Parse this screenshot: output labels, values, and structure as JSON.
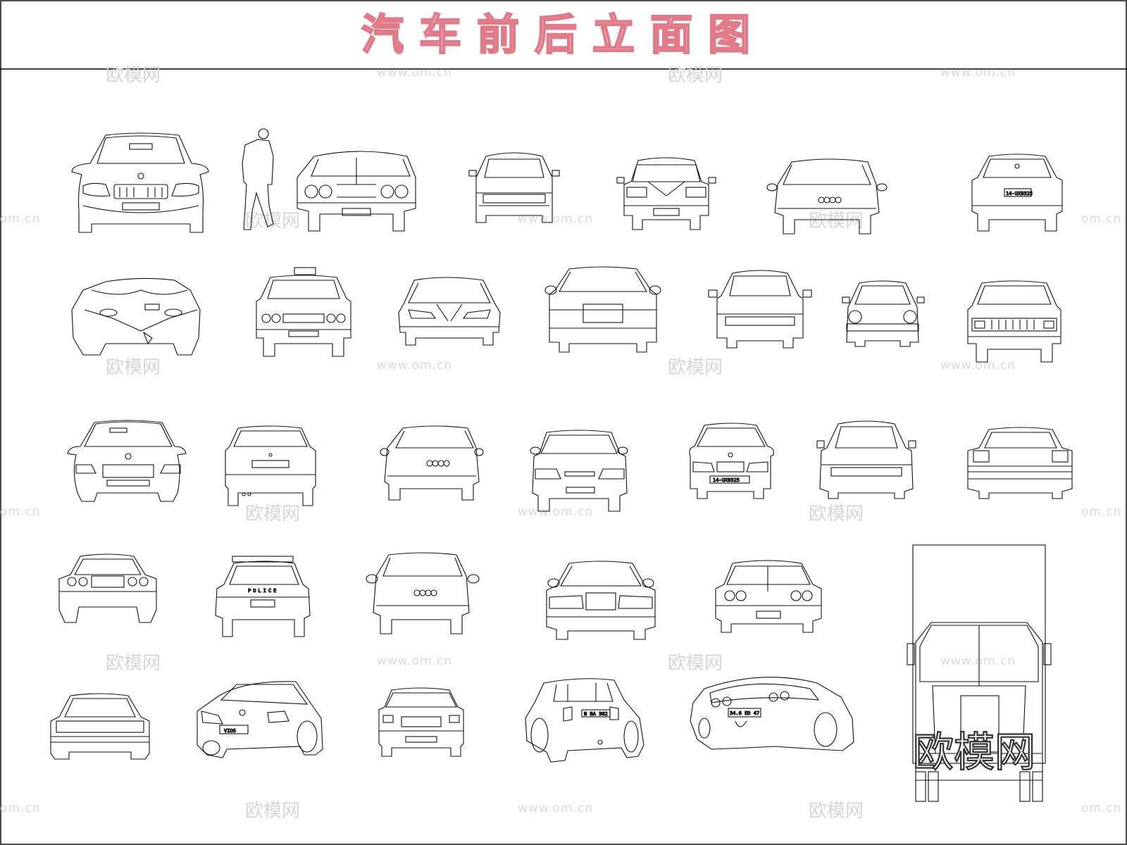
{
  "title": "汽车前后立面图",
  "watermark": {
    "brand": "欧模网",
    "url": "www.om.cn",
    "url_fragment": "om.cn"
  },
  "big_watermark": "欧模网",
  "plates": {
    "sedan_rear_1": "14-UX9325",
    "sedan_rear_2": "14-UX9325",
    "police_text": "POLICE",
    "mini_plate": "N BA 382",
    "concept_plate": "34.6 ED 47",
    "sedan_badge": "VIOS"
  },
  "colors": {
    "title_stroke": "#e07b8a",
    "lines": "#111111",
    "watermark": "#d6d6d6",
    "background": "#ffffff"
  }
}
